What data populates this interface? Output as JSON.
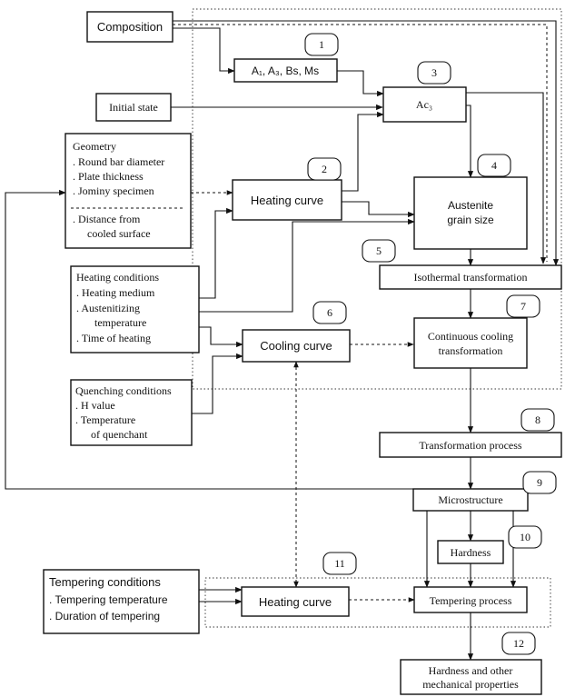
{
  "boxes": {
    "composition": "Composition",
    "transformation_temps": "A₁, A₃, Bs, Ms",
    "initial_state": "Initial state",
    "ac3": "Ac₃",
    "geometry": {
      "title": "Geometry",
      "items": [
        ". Round bar diameter",
        ". Plate thickness",
        ". Jominy specimen"
      ],
      "extra1": ". Distance from",
      "extra2": "cooled surface"
    },
    "heating_curve_1": "Heating curve",
    "austenite_grain_1": "Austenite",
    "austenite_grain_2": "grain size",
    "heating_conditions": {
      "title": "Heating conditions",
      "l1": ". Heating medium",
      "l2": ". Austenitizing",
      "l3": "temperature",
      "l4": ". Time of heating"
    },
    "isothermal": "Isothermal transformation",
    "cooling_curve": "Cooling curve",
    "cct_1": "Continuous cooling",
    "cct_2": "transformation",
    "quenching_conditions": {
      "title": "Quenching conditions",
      "l1": ". H value",
      "l2": ". Temperature",
      "l3": "of quenchant"
    },
    "transformation_process": "Transformation process",
    "microstructure": "Microstructure",
    "hardness": "Hardness",
    "tempering_conditions": {
      "title": "Tempering conditions",
      "l1": ". Tempering temperature",
      "l2": ". Duration of tempering"
    },
    "heating_curve_2": "Heating curve",
    "tempering_process": "Tempering process",
    "final_1": "Hardness and other",
    "final_2": "mechanical properties"
  },
  "step_numbers": [
    "1",
    "2",
    "3",
    "4",
    "5",
    "6",
    "7",
    "8",
    "9",
    "10",
    "11",
    "12"
  ]
}
